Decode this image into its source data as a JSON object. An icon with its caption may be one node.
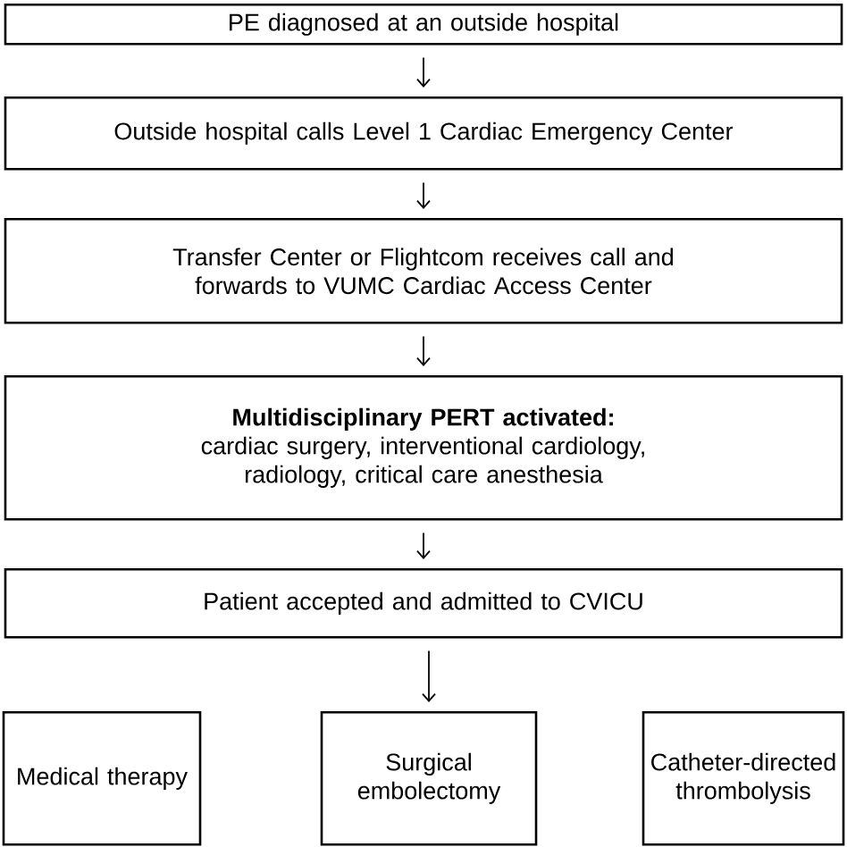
{
  "diagram": {
    "nodes": [
      {
        "text": [
          "PE diagnosed at an outside hospital"
        ]
      },
      {
        "text": [
          "Outside hospital calls Level 1 Cardiac Emergency Center"
        ]
      },
      {
        "text": [
          "Transfer Center or Flightcom receives call and forwards to VUMC Cardiac Access Center"
        ]
      },
      {
        "text": [
          "Multidisciplinary PERT activated:",
          "cardiac surgery, interventional cardiology, radiology, critical care anesthesia"
        ]
      },
      {
        "text": [
          "Patient accepted and admitted to CVICU"
        ]
      },
      {
        "text": [
          "Medical therapy"
        ]
      },
      {
        "text": [
          "Surgical embolectomy"
        ]
      },
      {
        "text": [
          "Catheter-directed thrombolysis"
        ]
      }
    ],
    "edges": [
      {
        "from": 0,
        "to": 1,
        "arrow": "to"
      },
      {
        "from": 1,
        "to": 2,
        "arrow": "to"
      },
      {
        "from": 2,
        "to": 3,
        "arrow": "to"
      },
      {
        "from": 3,
        "to": 4,
        "arrow": "to"
      },
      {
        "from": 4,
        "to": 6,
        "arrow": "to"
      }
    ]
  }
}
